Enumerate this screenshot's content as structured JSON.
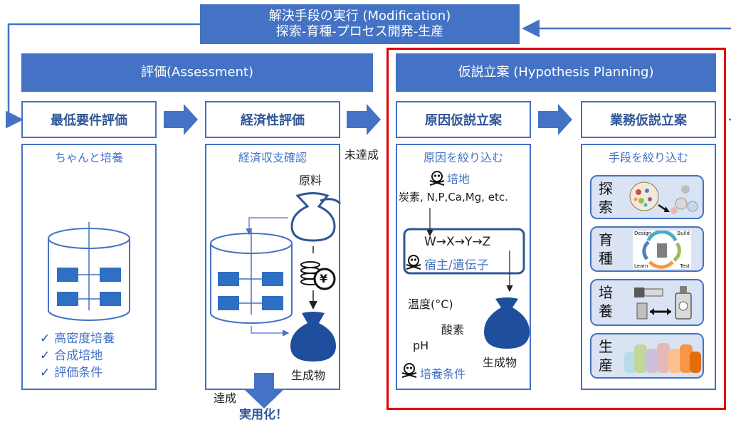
{
  "top_banner": {
    "line1": "解決手段の実行 (Modification)",
    "line2": "探索-育種-プロセス開発-生産"
  },
  "assessment_banner": "評価(Assessment)",
  "hypothesis_banner": "仮説立案 (Hypothesis Planning)",
  "steps": {
    "min_req": "最低要件評価",
    "economic": "経済性評価",
    "cause": "原因仮説立案",
    "business": "業務仮説立案"
  },
  "panel1": {
    "subtitle": "ちゃんと培養",
    "checks": [
      "高密度培養",
      "合成培地",
      "評価条件"
    ],
    "check_mark": "✓"
  },
  "panel2": {
    "subtitle": "経済収支確認",
    "raw_material": "原料",
    "product": "生成物",
    "yen": "¥"
  },
  "panel3": {
    "subtitle": "原因を絞り込む",
    "medium": "培地",
    "elements": "炭素, N,P,Ca,Mg, etc.",
    "pathway": "W→X→Y→Z",
    "host": "宿主/遺伝子",
    "temperature": "温度(°C)",
    "oxygen": "酸素",
    "ph": "pH",
    "product": "生成物",
    "culture": "培養条件"
  },
  "panel4": {
    "subtitle": "手段を絞り込む",
    "tiles": [
      {
        "label": "探索"
      },
      {
        "label": "育種",
        "cycle": [
          "Design",
          "Build",
          "Test",
          "Learn"
        ]
      },
      {
        "label": "培養"
      },
      {
        "label": "生産"
      }
    ]
  },
  "unmet": "未達成",
  "achieved": "達成",
  "practical": "実用化！",
  "colors": {
    "blue": "#4472c4",
    "dark_blue": "#2f5597",
    "red": "#e00000",
    "navy_bag": "#1f4e9c"
  }
}
